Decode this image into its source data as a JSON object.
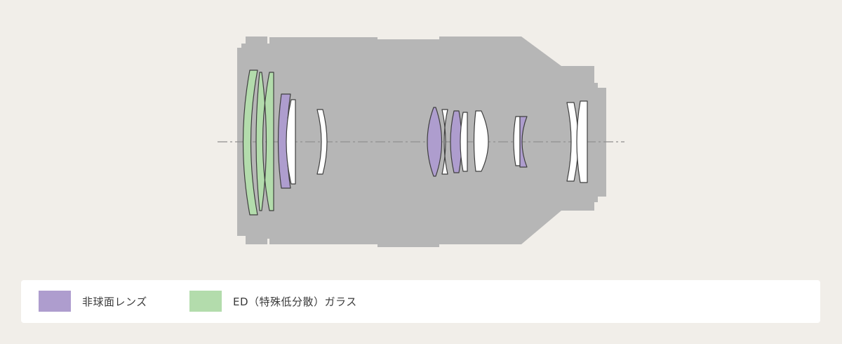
{
  "colors": {
    "background": "#f1eee9",
    "barrel": "#b6b6b6",
    "lens_outline": "#3f3f3f",
    "plain_element": "#ffffff",
    "aspherical_element": "#ae9dce",
    "ed_element": "#b3dcac",
    "optical_axis": "#8f8f8f"
  },
  "legend": {
    "aspherical": {
      "label": "非球面レンズ",
      "color": "#ae9dce"
    },
    "ed": {
      "label": "ED（特殊低分散）ガラス",
      "color": "#b3dcac"
    }
  },
  "elements": [
    {
      "id": 1,
      "type": "ed"
    },
    {
      "id": 2,
      "type": "ed"
    },
    {
      "id": 3,
      "type": "aspherical"
    },
    {
      "id": 4,
      "type": "plain"
    },
    {
      "id": 5,
      "type": "plain"
    },
    {
      "id": 6,
      "type": "aspherical"
    },
    {
      "id": 7,
      "type": "plain"
    },
    {
      "id": 8,
      "type": "aspherical"
    },
    {
      "id": 9,
      "type": "plain"
    },
    {
      "id": 10,
      "type": "plain"
    },
    {
      "id": 11,
      "type": "plain"
    },
    {
      "id": 12,
      "type": "aspherical"
    },
    {
      "id": 13,
      "type": "plain"
    },
    {
      "id": 14,
      "type": "plain"
    }
  ]
}
